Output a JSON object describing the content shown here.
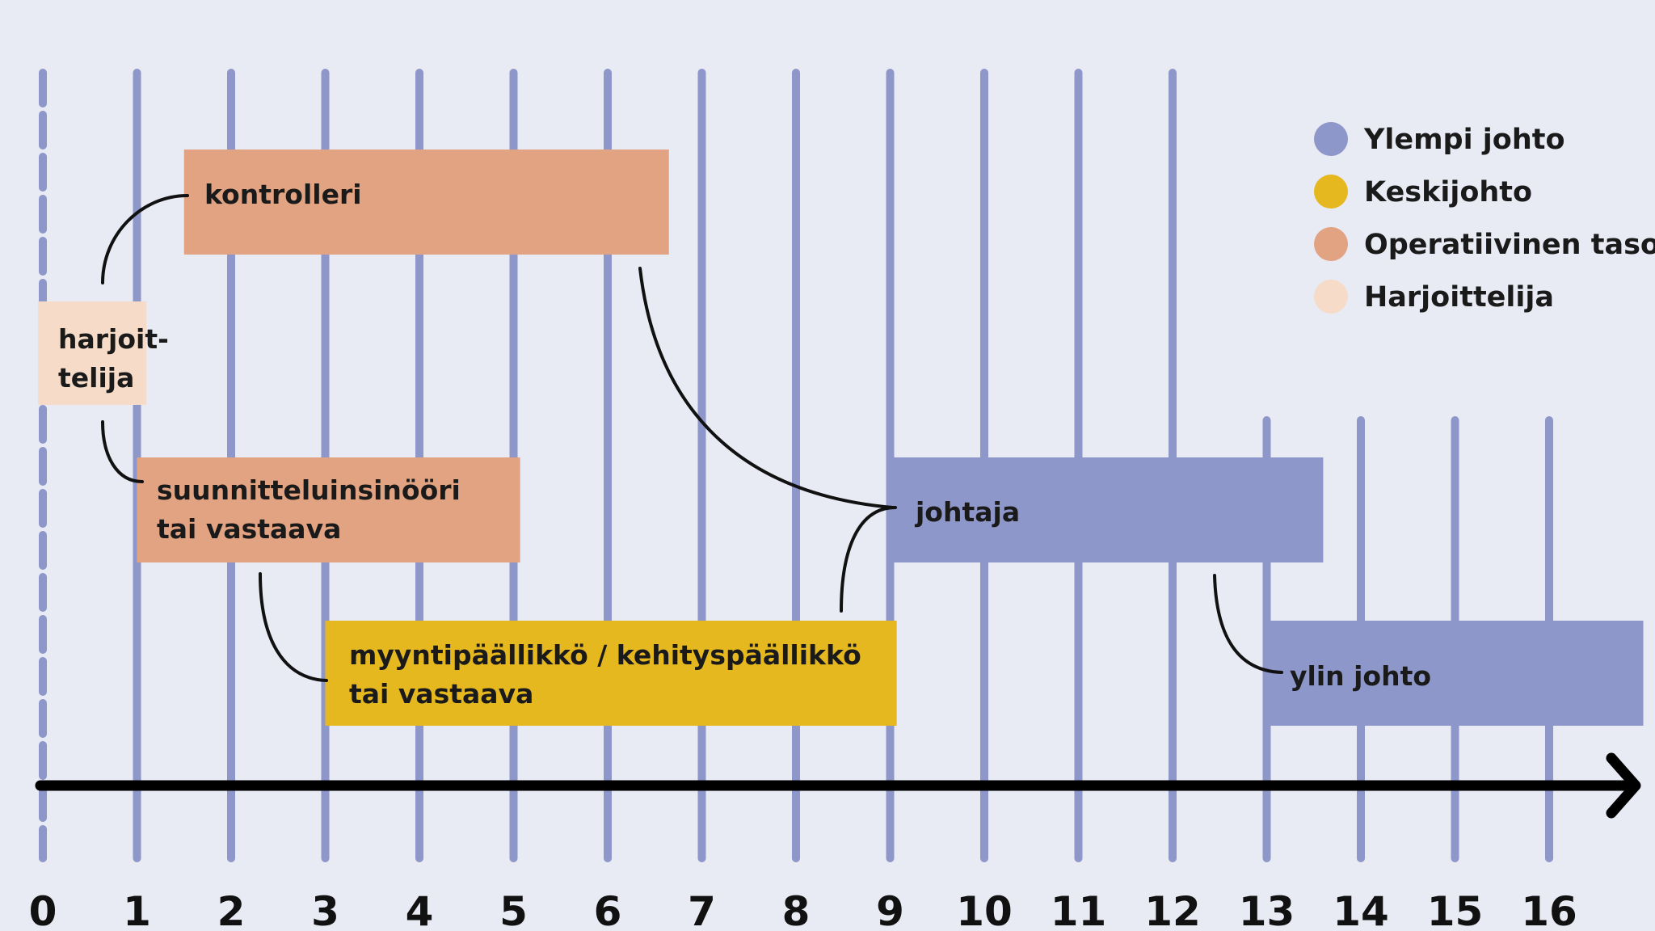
{
  "legend": [
    {
      "level": "ylempi",
      "label": "Ylempi johto",
      "color": "#8e97c9"
    },
    {
      "level": "keski",
      "label": "Keskijohto",
      "color": "#e6b820"
    },
    {
      "level": "operatiivinen",
      "label": "Operatiivinen taso",
      "color": "#e2a382"
    },
    {
      "level": "harjoittelija",
      "label": "Harjoittelija",
      "color": "#f6dcc8"
    }
  ],
  "axis": {
    "ticks": [
      "0",
      "1",
      "2",
      "3",
      "4",
      "5",
      "6",
      "7",
      "8",
      "9",
      "10",
      "11",
      "12",
      "13",
      "14",
      "15",
      "16"
    ]
  },
  "roles": [
    {
      "id": "harjoittelija",
      "level": "harjoittelija",
      "start": -0.05,
      "end": 1.1,
      "lines": [
        "harjoit-",
        "telija"
      ]
    },
    {
      "id": "kontrolleri",
      "level": "operatiivinen",
      "start": 1.5,
      "end": 6.65,
      "lines": [
        "kontrolleri"
      ]
    },
    {
      "id": "suunnitteluinsinoori",
      "level": "operatiivinen",
      "start": 1.0,
      "end": 5.07,
      "lines": [
        "suunnitteluinsinööri",
        "tai vastaava"
      ]
    },
    {
      "id": "myyntipaallikko",
      "level": "keski",
      "start": 3.0,
      "end": 9.07,
      "lines": [
        "myyntipäällikkö / kehityspäällikkö",
        "tai vastaava"
      ]
    },
    {
      "id": "johtaja",
      "level": "ylempi",
      "start": 9.0,
      "end": 13.6,
      "lines": [
        "johtaja"
      ]
    },
    {
      "id": "ylin-johto",
      "level": "ylempi",
      "start": 13.0,
      "end": 17.0,
      "lines": [
        "ylin johto"
      ]
    }
  ],
  "colors": {
    "gridline": "#8e97c9",
    "axis": "#000000",
    "connector": "#111111"
  }
}
